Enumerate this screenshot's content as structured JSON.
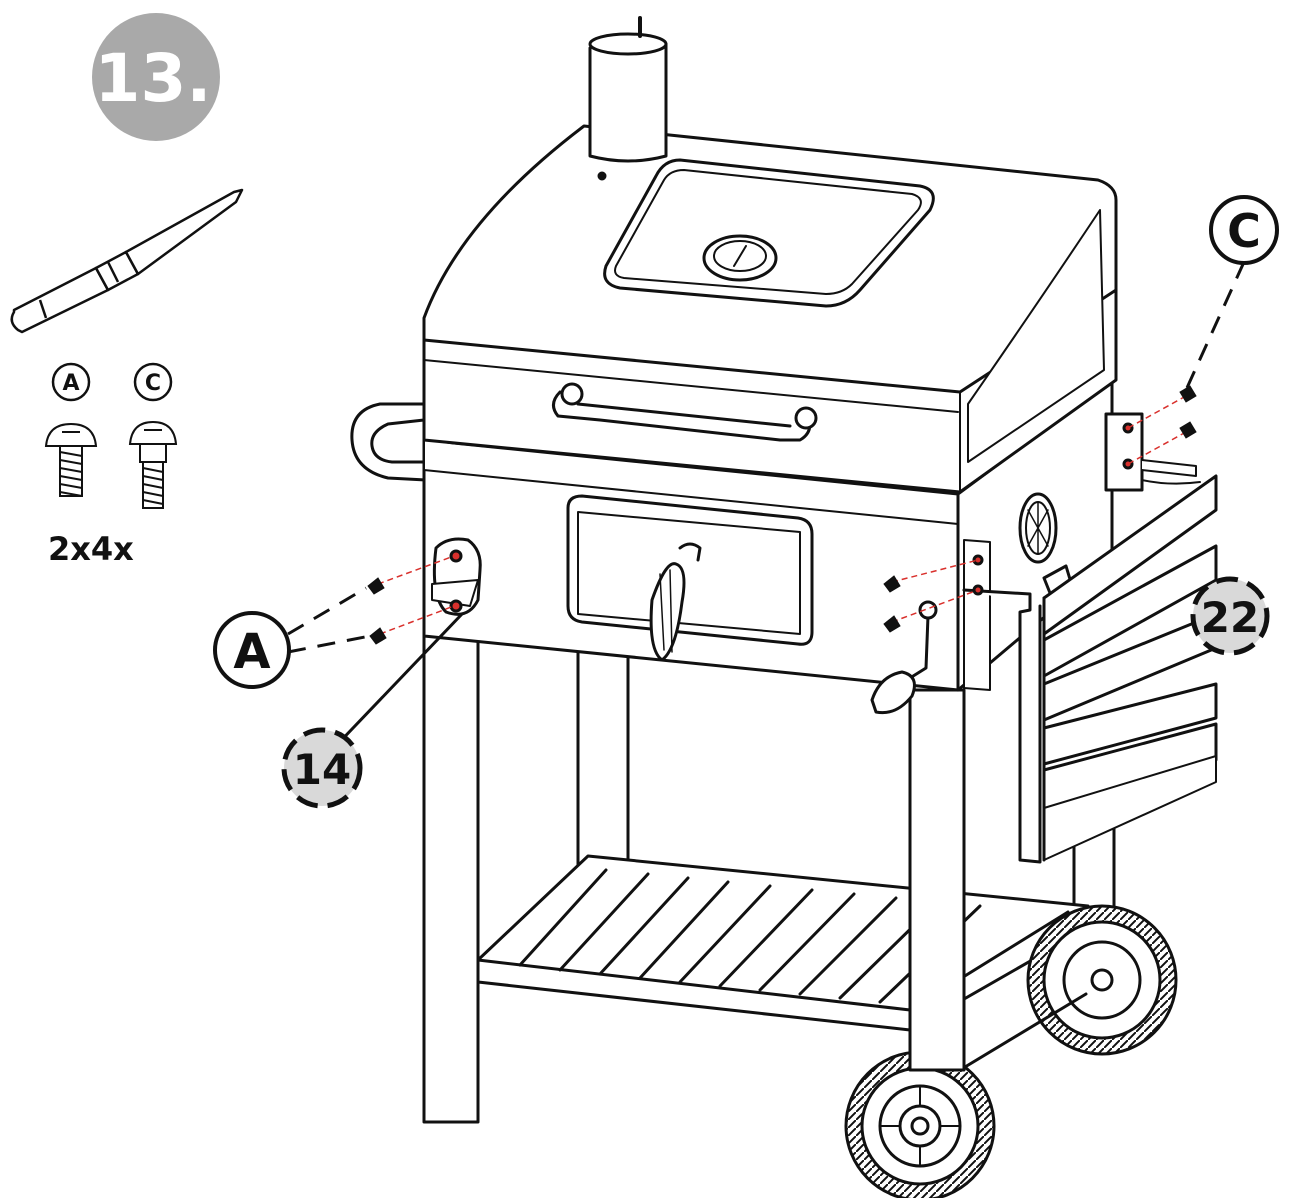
{
  "step": {
    "number": "13."
  },
  "hardware": {
    "items": [
      {
        "letter": "A",
        "type": "round-head-screw"
      },
      {
        "letter": "C",
        "type": "shoulder-screw"
      }
    ],
    "quantity": "2x4x"
  },
  "callouts": {
    "screw_a": "A",
    "screw_c": "C",
    "part_14": "14",
    "part_22": "22"
  },
  "icons": [
    "screwdriver-icon",
    "screw-a-icon",
    "screw-c-icon",
    "grill-illustration"
  ],
  "colors": {
    "badge_gray": "#a9a9a9",
    "part_circle_fill": "#d9d9d9",
    "line": "#1a1a1a",
    "hole_red": "#d9302c"
  }
}
